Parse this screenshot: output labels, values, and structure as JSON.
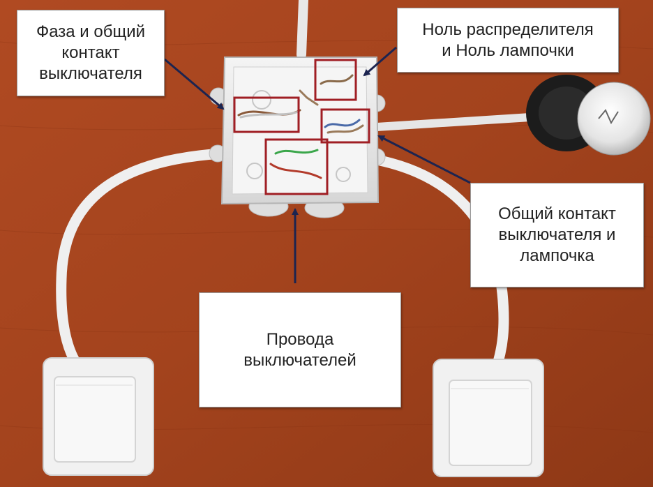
{
  "callouts": {
    "phase": {
      "text": "Фаза и общий\nконтакт\nвыключателя"
    },
    "neutral": {
      "text": "Ноль распределителя\nи Ноль лампочки"
    },
    "common": {
      "text": "Общий контакт\nвыключателя и\nлампочка"
    },
    "wires": {
      "text": "Провода\nвыключателей"
    }
  },
  "colors": {
    "table_wood": "#a8461f",
    "box_white": "#e9e9e9",
    "highlight_frame": "#a01e24",
    "arrow": "#1c2450",
    "cable": "#ececec",
    "socket_black": "#1c1c1c"
  }
}
